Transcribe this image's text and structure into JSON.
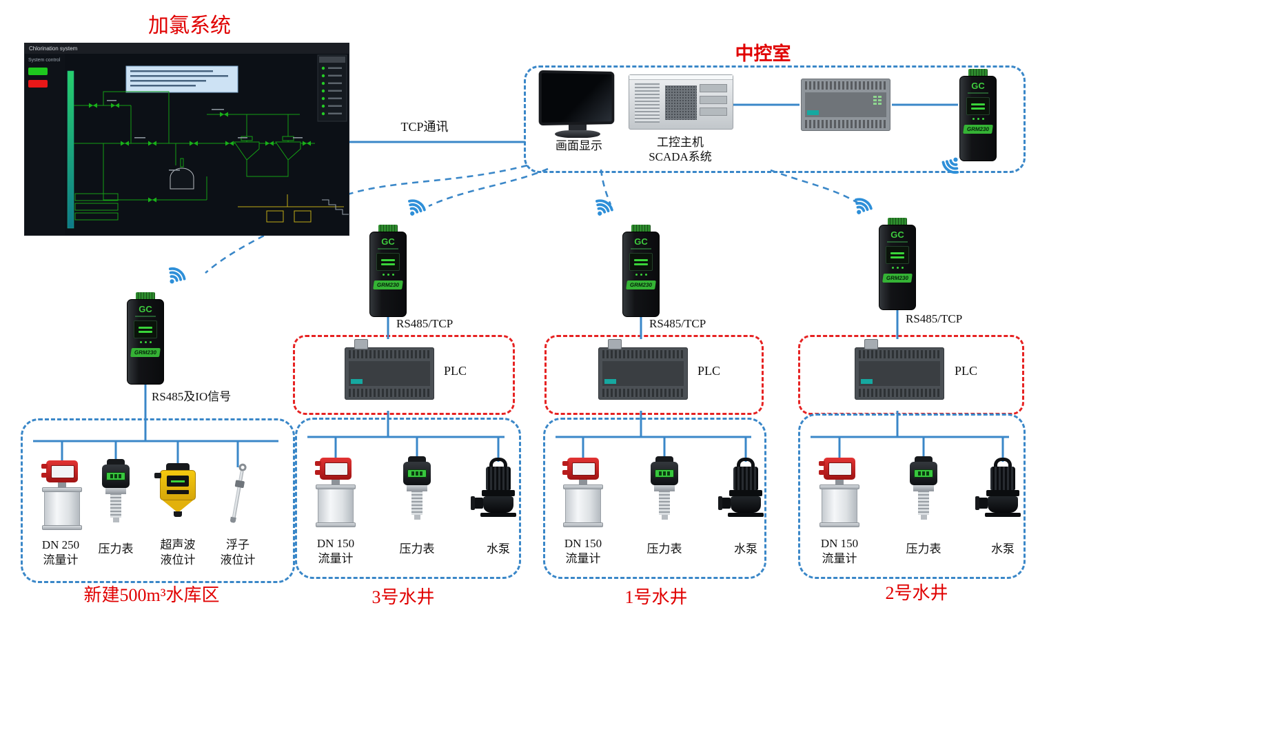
{
  "palette": {
    "line_blue": "#3a87c8",
    "dashed_red": "#e62222",
    "title_red": "#e00000"
  },
  "chlorination_panel": {
    "heading": "加氯系统",
    "window_title": "Chlorination system",
    "sidebar_title": "System control"
  },
  "control_room": {
    "heading": "中控室",
    "monitor_label": "画面显示",
    "pc_label": "工控主机\nSCADA系统"
  },
  "connections": {
    "tcp_label": "TCP通讯",
    "reservoir_link_label": "RS485及IO信号",
    "well_link_label": "RS485/TCP"
  },
  "wireless_module": {
    "brand": "GC",
    "model": "GRM230"
  },
  "plc": {
    "label": "PLC"
  },
  "sites": {
    "reservoir": {
      "heading": "新建500m³水库区",
      "devices": [
        {
          "label": "DN 250\n流量计"
        },
        {
          "label": "压力表"
        },
        {
          "label": "超声波\n液位计"
        },
        {
          "label": "浮子\n液位计"
        }
      ]
    },
    "well3": {
      "heading": "3号水井",
      "devices": [
        {
          "label": "DN 150\n流量计"
        },
        {
          "label": "压力表"
        },
        {
          "label": "水泵"
        }
      ]
    },
    "well1": {
      "heading": "1号水井",
      "devices": [
        {
          "label": "DN 150\n流量计"
        },
        {
          "label": "压力表"
        },
        {
          "label": "水泵"
        }
      ]
    },
    "well2": {
      "heading": "2号水井",
      "devices": [
        {
          "label": "DN 150\n流量计"
        },
        {
          "label": "压力表"
        },
        {
          "label": "水泵"
        }
      ]
    }
  }
}
